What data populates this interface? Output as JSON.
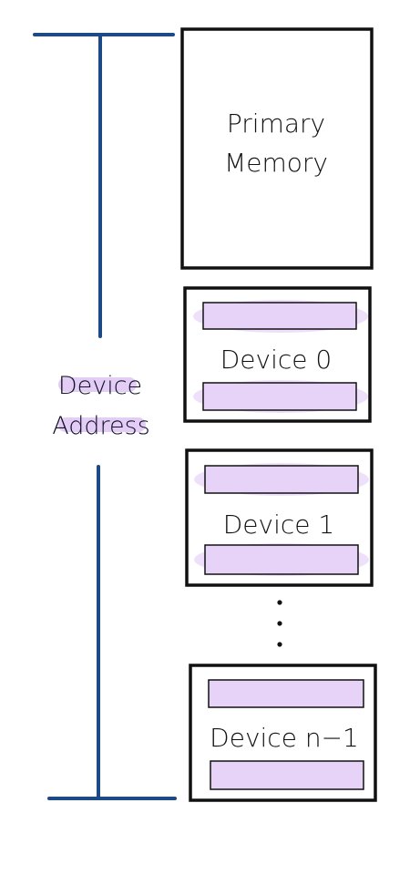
{
  "colors": {
    "axis": "#1d4a87",
    "box_stroke": "#111111",
    "register_fill": "#e7d2f8",
    "highlight": "#e3cdf5"
  },
  "primary_memory": {
    "label_line1": "Primary",
    "label_line2": "Memory"
  },
  "address_axis": {
    "label_line1": "Device",
    "label_line2": "Address"
  },
  "devices": [
    {
      "label": "Device 0"
    },
    {
      "label": "Device 1"
    },
    {
      "label": "Device n−1"
    }
  ],
  "ellipsis": "⋮"
}
